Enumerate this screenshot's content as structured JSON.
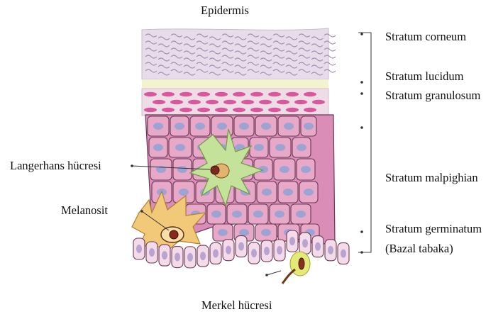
{
  "diagram": {
    "title": "Epidermis",
    "layers": {
      "corneum": "Stratum corneum",
      "lucidum": "Stratum lucidum",
      "granulosum": "Stratum granulosum",
      "malpighian": "Stratum malpighian",
      "germinatum": "Stratum germinatum",
      "bazal": "(Bazal tabaka)"
    },
    "cells": {
      "langerhans": "Langerhans hücresi",
      "melanosit": "Melanosit",
      "merkel": "Merkel hücresi"
    },
    "colors": {
      "corneum_fill": "#e7dcea",
      "corneum_wave": "#a98db4",
      "lucidum_fill": "#f3f4cf",
      "granulosum_fill": "#eedde6",
      "granule": "#d5408d",
      "cell_fill": "#e8a8c8",
      "cell_border": "#6b3a55",
      "nucleus": "#9da3d2",
      "langerhans": "#c4e29a",
      "melanocyte": "#f2c879",
      "merkel": "#e4eb75",
      "basal_fill": "#f4dbe9"
    }
  }
}
